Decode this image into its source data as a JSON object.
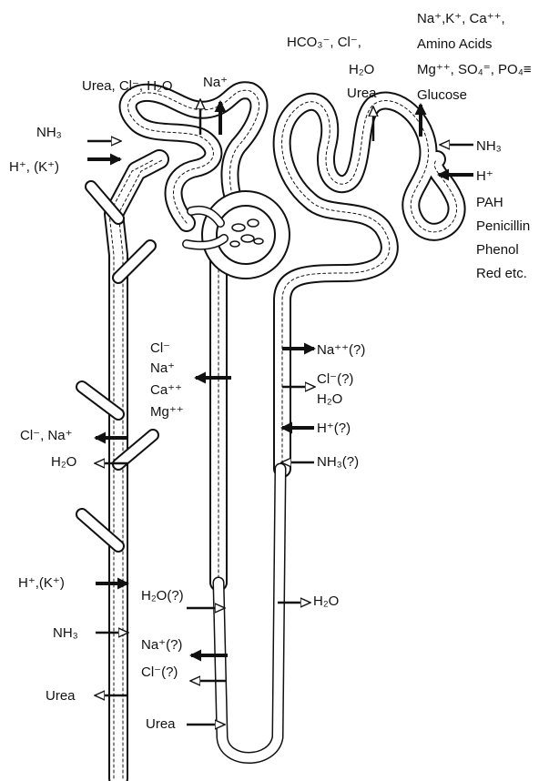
{
  "colors": {
    "ink": "#111111",
    "background": "#ffffff"
  },
  "icons": {
    "active": "solid-filled-arrow",
    "passive": "hollow-outline-arrow"
  },
  "labels": {
    "prox_secreted": "Urea, Cl⁻, H₂O",
    "prox_na": "Na⁺",
    "prox_nh3": "NH₃",
    "prox_h_k": "H⁺, (K⁺)",
    "dist_hco3_a": "HCO₃⁻, Cl⁻,",
    "dist_hco3_b": "H₂O",
    "dist_hco3_c": "Urea",
    "dist_absorbed_1": "Na⁺,K⁺, Ca⁺⁺,",
    "dist_absorbed_2": "Amino Acids",
    "dist_absorbed_3": "Mg⁺⁺, SO₄⁼, PO₄≡",
    "dist_absorbed_4": "Glucose",
    "dist_nh3": "NH₃",
    "dist_h": "H⁺",
    "dist_secreted_1": "PAH",
    "dist_secreted_2": "Penicillin",
    "dist_secreted_3": "Phenol",
    "dist_secreted_4": "Red etc.",
    "asc_cl": "Cl⁻",
    "asc_na": "Na⁺",
    "asc_ca": "Ca⁺⁺",
    "asc_mg": "Mg⁺⁺",
    "desc_na": "Na⁺⁺(?)",
    "desc_cl": "Cl⁻(?)",
    "desc_h2o": "H₂O",
    "desc_h": "H⁺(?)",
    "desc_nh3": "NH₃(?)",
    "cd_cl_na": "Cl⁻, Na⁺",
    "cd_h2o": "H₂O",
    "cd_h_k": "H⁺,(K⁺)",
    "cd_nh3": "NH₃",
    "cd_urea": "Urea",
    "loop_h2o_q": "H₂O(?)",
    "loop_na_q": "Na⁺(?)",
    "loop_cl_q": "Cl⁻(?)",
    "loop_urea": "Urea",
    "loop_h2o_right": "H₂O"
  }
}
